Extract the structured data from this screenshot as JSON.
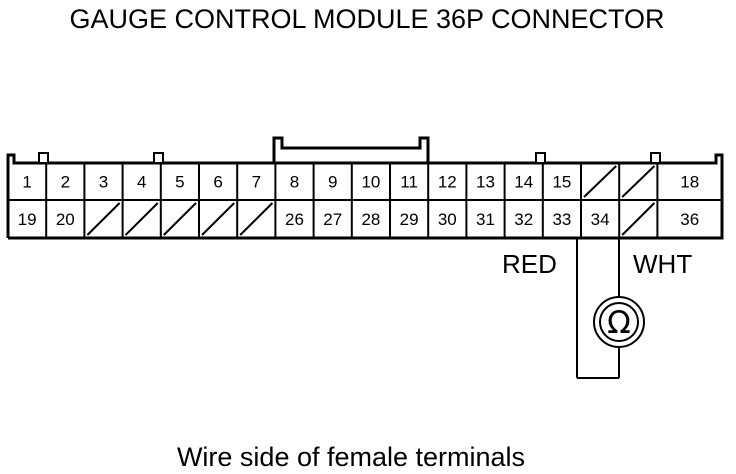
{
  "title": "GAUGE CONTROL MODULE 36P CONNECTOR",
  "caption": "Wire side of female terminals",
  "wires": {
    "left_label": "RED",
    "right_label": "WHT"
  },
  "meter": {
    "symbol_icon": "ohmmeter-icon",
    "glyph": "Ω"
  },
  "connector": {
    "top_row": [
      "1",
      "2",
      "3",
      "4",
      "5",
      "6",
      "7",
      "8",
      "9",
      "10",
      "11",
      "12",
      "13",
      "14",
      "15",
      "",
      "",
      "18"
    ],
    "bottom_row": [
      "19",
      "20",
      "",
      "",
      "",
      "",
      "",
      "26",
      "27",
      "28",
      "29",
      "30",
      "31",
      "32",
      "33",
      "34",
      "",
      "36"
    ],
    "probed_terminals": [
      "33",
      "34"
    ]
  }
}
